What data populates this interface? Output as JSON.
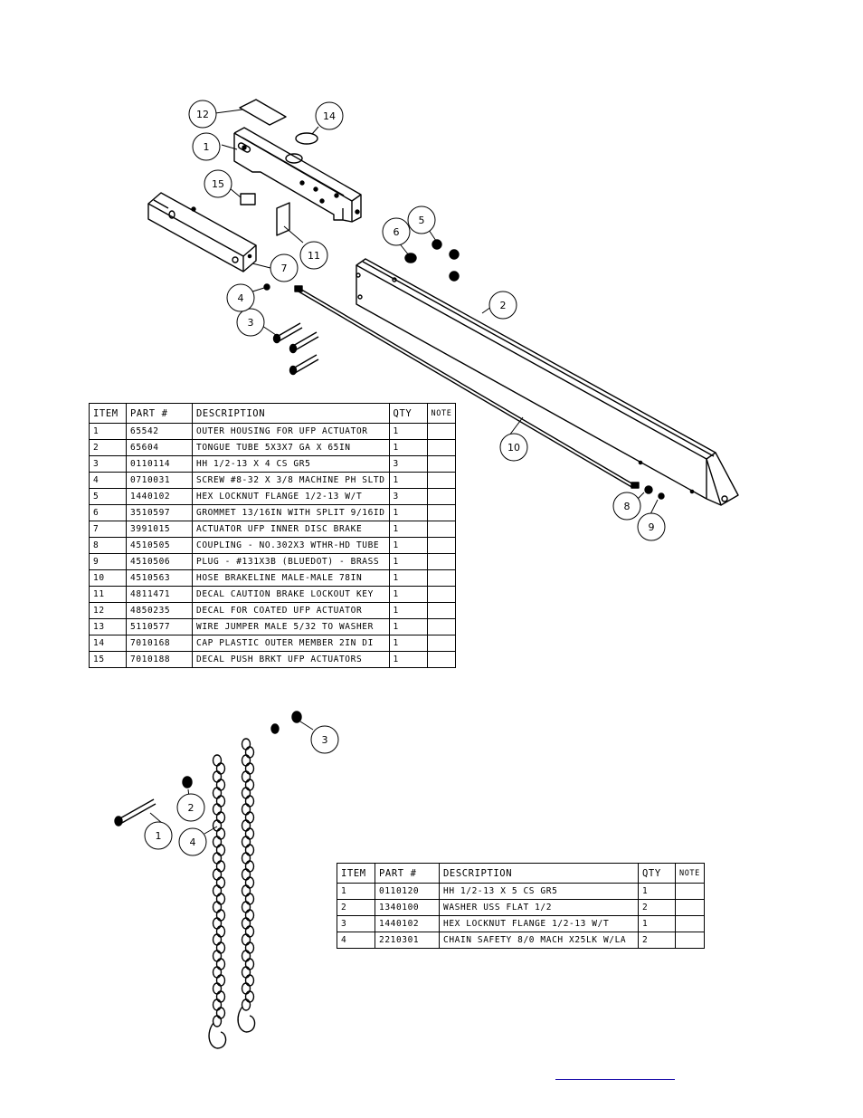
{
  "upper_assembly": {
    "callouts": [
      "1",
      "2",
      "3",
      "4",
      "5",
      "6",
      "7",
      "8",
      "9",
      "10",
      "11",
      "12",
      "14",
      "15"
    ],
    "table": {
      "headers": [
        "ITEM",
        "PART #",
        "DESCRIPTION",
        "QTY",
        "NOTE"
      ],
      "rows": [
        [
          "1",
          "65542",
          "OUTER HOUSING FOR UFP ACTUATOR",
          "1",
          ""
        ],
        [
          "2",
          "65604",
          "TONGUE TUBE 5X3X7 GA X 65IN",
          "1",
          ""
        ],
        [
          "3",
          "0110114",
          "HH 1/2-13 X 4 CS GR5",
          "3",
          ""
        ],
        [
          "4",
          "0710031",
          "SCREW #8-32 X 3/8 MACHINE PH SLTD",
          "1",
          ""
        ],
        [
          "5",
          "1440102",
          "HEX LOCKNUT FLANGE 1/2-13 W/T",
          "3",
          ""
        ],
        [
          "6",
          "3510597",
          "GROMMET 13/16IN  WITH SPLIT 9/16ID",
          "1",
          ""
        ],
        [
          "7",
          "3991015",
          "ACTUATOR UFP INNER  DISC BRAKE",
          "1",
          ""
        ],
        [
          "8",
          "4510505",
          "COUPLING - NO.302X3 WTHR-HD TUBE",
          "1",
          ""
        ],
        [
          "9",
          "4510506",
          "PLUG - #131X3B (BLUEDOT) - BRASS",
          "1",
          ""
        ],
        [
          "10",
          "4510563",
          "HOSE BRAKELINE MALE-MALE 78IN",
          "1",
          ""
        ],
        [
          "11",
          "4811471",
          "DECAL CAUTION BRAKE LOCKOUT KEY",
          "1",
          ""
        ],
        [
          "12",
          "4850235",
          "DECAL FOR COATED UFP ACTUATOR",
          "1",
          ""
        ],
        [
          "13",
          "5110577",
          "WIRE JUMPER MALE 5/32 TO WASHER",
          "1",
          ""
        ],
        [
          "14",
          "7010168",
          "CAP  PLASTIC OUTER MEMBER 2IN DI",
          "1",
          ""
        ],
        [
          "15",
          "7010188",
          "DECAL PUSH BRKT UFP ACTUATORS",
          "1",
          ""
        ]
      ]
    }
  },
  "lower_assembly": {
    "callouts": [
      "1",
      "2",
      "3",
      "4"
    ],
    "table": {
      "headers": [
        "ITEM",
        "PART #",
        "DESCRIPTION",
        "QTY",
        "NOTE"
      ],
      "rows": [
        [
          "1",
          "0110120",
          "HH 1/2-13 X 5 CS GR5",
          "1",
          ""
        ],
        [
          "2",
          "1340100",
          "WASHER USS FLAT 1/2",
          "2",
          ""
        ],
        [
          "3",
          "1440102",
          "HEX LOCKNUT FLANGE 1/2-13 W/T",
          "1",
          ""
        ],
        [
          "4",
          "2210301",
          "CHAIN SAFETY 8/0 MACH X25LK W/LA",
          "2",
          ""
        ]
      ]
    }
  }
}
